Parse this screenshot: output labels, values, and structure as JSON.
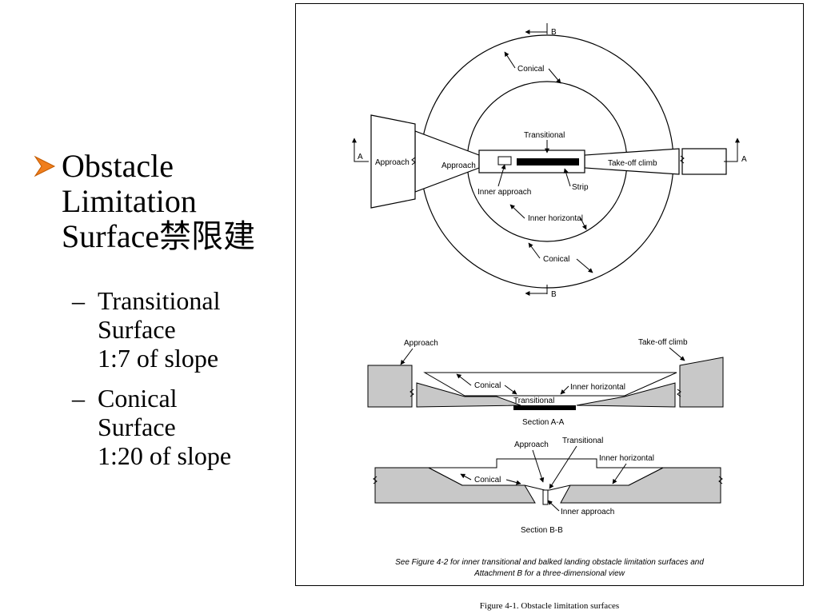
{
  "slide": {
    "title_lines": [
      "Obstacle",
      "Limitation",
      "Surface禁限建"
    ],
    "sub_bullets": [
      {
        "dash": "–",
        "lines": [
          "Transitional",
          "Surface",
          "1:7 of slope"
        ]
      },
      {
        "dash": "–",
        "lines": [
          "Conical",
          "Surface",
          "1:20 of slope"
        ]
      }
    ]
  },
  "figure": {
    "caption": "Figure 4-1.    Obstacle limitation surfaces",
    "note_lines": [
      "See Figure 4-2 for inner transitional and balked landing obstacle limitation surfaces and",
      "Attachment B for a three-dimensional view"
    ],
    "plan": {
      "section_mark_b": "B",
      "section_mark_a": "A",
      "conical": "Conical",
      "transitional": "Transitional",
      "approach_outer": "Approach",
      "approach_inner": "Approach",
      "takeoff": "Take-off climb",
      "inner_approach": "Inner approach",
      "strip": "Strip",
      "inner_horizontal": "Inner horizontal"
    },
    "section_aa": {
      "approach": "Approach",
      "takeoff": "Take-off climb",
      "conical": "Conical",
      "inner_horizontal": "Inner horizontal",
      "transitional": "Transitional",
      "label": "Section A-A"
    },
    "section_bb": {
      "approach": "Approach",
      "transitional": "Transitional",
      "inner_horizontal": "Inner horizontal",
      "conical": "Conical",
      "inner_approach": "Inner approach",
      "label": "Section B-B"
    }
  },
  "colors": {
    "bullet_arrow": "#f07e1c",
    "surface_fill": "#c8c8c8",
    "runway": "#000000"
  }
}
